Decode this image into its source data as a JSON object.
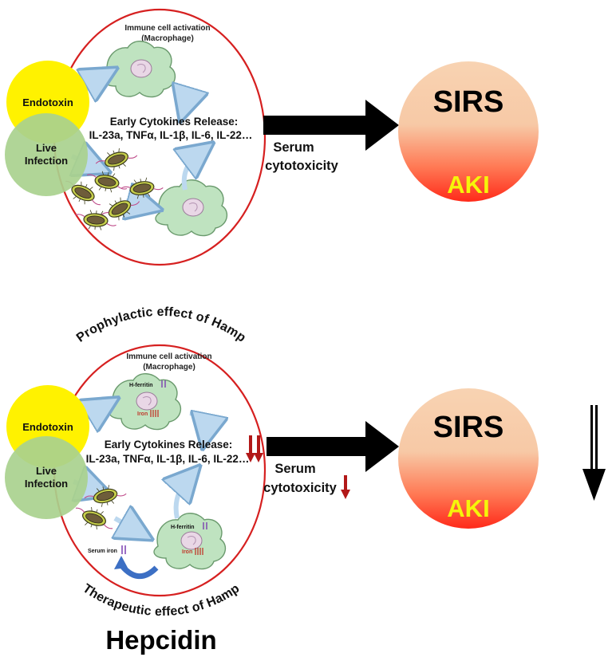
{
  "top": {
    "activation_line1": "Immune cell activation",
    "activation_line2": "(Macrophage)",
    "endotoxin": "Endotoxin",
    "live_line1": "Live",
    "live_line2": "Infection",
    "cytokines_title": "Early Cytokines Release:",
    "cytokines_list": "IL-23a, TNFα, IL-1β, IL-6, IL-22…",
    "serum_line1": "Serum",
    "serum_line2": "cytotoxicity",
    "sirs": "SIRS",
    "aki": "AKI"
  },
  "bottom": {
    "prophylactic": "Prophylactic effect of Hamp",
    "therapeutic": "Therapeutic effect of Hamp",
    "activation_line1": "Immune cell activation",
    "activation_line2": "(Macrophage)",
    "hferritin": "H-ferritin",
    "iron": "Iron",
    "hferritin2": "H-ferritin",
    "iron2": "Iron",
    "serum_iron": "Serum iron",
    "endotoxin": "Endotoxin",
    "live_line1": "Live",
    "live_line2": "Infection",
    "cytokines_title": "Early Cytokines Release:",
    "cytokines_list": "IL-23a, TNFα, IL-1β, IL-6, IL-22…",
    "serum_line1": "Serum",
    "serum_line2": "cytotoxicity",
    "sirs": "SIRS",
    "aki": "AKI"
  },
  "hepcidin": "Hepcidin",
  "colors": {
    "circle_outline": "#d62020",
    "endotoxin": "#fff200",
    "live_infection": "#a9d18e",
    "macrophage": "#bfe3c0",
    "down_arrow_red": "#b21818",
    "sirs_top": "#f8d3b2",
    "sirs_bottom": "#ff2a1a",
    "aki_text": "#f5f50a"
  },
  "icons": {
    "bacteria": "bacteria-icon",
    "macrophage": "macrophage-icon",
    "arrow": "arrow-icon"
  }
}
